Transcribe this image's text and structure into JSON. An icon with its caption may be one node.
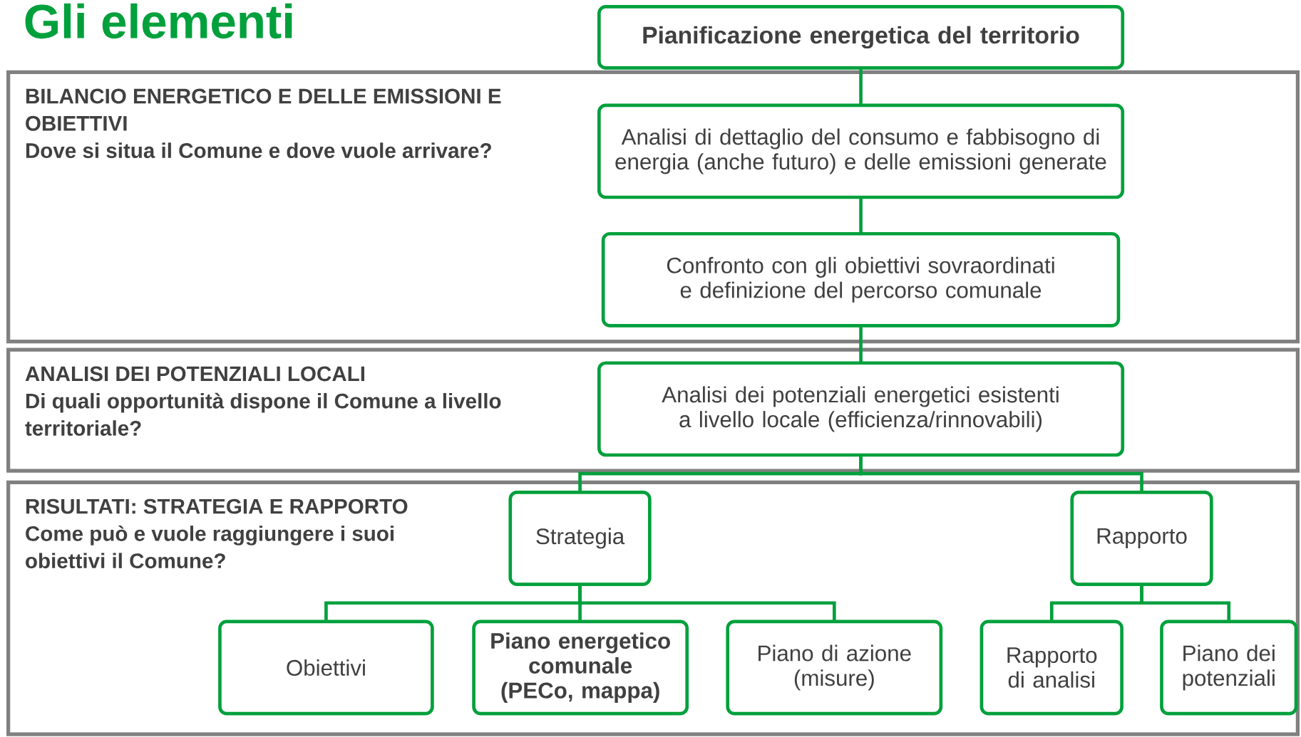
{
  "diagram": {
    "title": "Gli elementi",
    "nodes": [
      {
        "text": [
          "BILANCIO ENERGETICO E DELLE EMISSIONI E OBIETTIVI",
          "Dove si situa il Comune e dove vuole arrivare?"
        ]
      },
      {
        "text": [
          "ANALISI DEI POTENZIALI LOCALI",
          "Di quali opportunità dispone il Comune a livello territoriale?"
        ]
      },
      {
        "text": [
          "RISULTATI: STRATEGIA E RAPPORTO",
          "Come può e vuole raggiungere i suoi obiettivi il Comune?"
        ]
      },
      {
        "text": [
          "Pianificazione energetica del territorio"
        ]
      },
      {
        "text": [
          "Analisi di dettaglio del consumo e fabbisogno di energia (anche futuro) e delle emissioni generate"
        ],
        "in": 0
      },
      {
        "text": [
          "Confronto con gli obiettivi sovraordinati e definizione del percorso comunale"
        ],
        "in": 0
      },
      {
        "text": [
          "Analisi dei potenziali energetici esistenti a livello locale (efficienza/rinnovabili)"
        ],
        "in": 1
      },
      {
        "text": [
          "Strategia"
        ],
        "in": 2
      },
      {
        "text": [
          "Rapporto"
        ],
        "in": 2
      },
      {
        "text": [
          "Obiettivi"
        ],
        "in": 2
      },
      {
        "text": [
          "Piano energetico comunale (PECo, mappa)"
        ],
        "in": 2
      },
      {
        "text": [
          "Piano di azione (misure)"
        ],
        "in": 2
      },
      {
        "text": [
          "Rapporto di analisi"
        ],
        "in": 2
      },
      {
        "text": [
          "Piano dei potenziali"
        ],
        "in": 2
      }
    ],
    "edges": [
      {
        "from": 3,
        "to": 4,
        "arrow": "none"
      },
      {
        "from": 4,
        "to": 5,
        "arrow": "none"
      },
      {
        "from": 5,
        "to": 6,
        "arrow": "none"
      },
      {
        "from": 6,
        "to": 7,
        "arrow": "none"
      },
      {
        "from": 6,
        "to": 8,
        "arrow": "none"
      },
      {
        "from": 7,
        "to": 9,
        "arrow": "none"
      },
      {
        "from": 7,
        "to": 10,
        "arrow": "none"
      },
      {
        "from": 7,
        "to": 11,
        "arrow": "none"
      },
      {
        "from": 8,
        "to": 12,
        "arrow": "none"
      },
      {
        "from": 8,
        "to": 13,
        "arrow": "none"
      }
    ]
  }
}
